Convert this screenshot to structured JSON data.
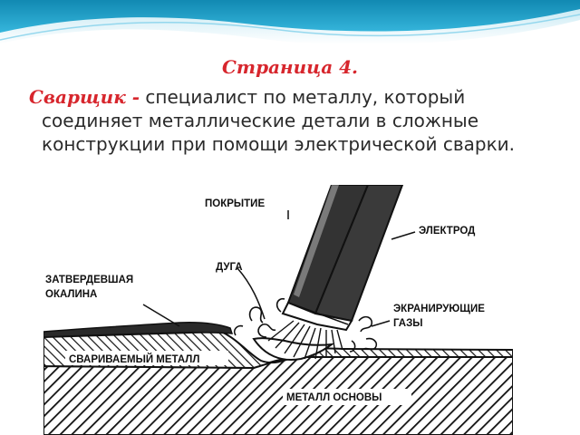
{
  "header": {
    "page_label": "Страница 4."
  },
  "definition": {
    "term": "Сварщик -",
    "text": "специалист по металлу, который соединяет металлические детали в сложные конструкции при помощи электрической сварки."
  },
  "diagram": {
    "labels": {
      "coating": "ПОКРЫТИЕ",
      "electrode": "ЭЛЕКТРОД",
      "arc": "ДУГА",
      "slag_line1": "ЗАТВЕРДЕВШАЯ",
      "slag_line2": "ОКАЛИНА",
      "shield_line1": "ЭКРАНИРУЮЩИЕ",
      "shield_line2": "ГАЗЫ",
      "weld_metal": "СВАРИВАЕМЫЙ МЕТАЛЛ",
      "base_metal": "МЕТАЛЛ ОСНОВЫ"
    }
  },
  "colors": {
    "heading_red": "#d7262d",
    "wave_dark": "#1ea1c8",
    "wave_light": "#bfe6f2"
  }
}
